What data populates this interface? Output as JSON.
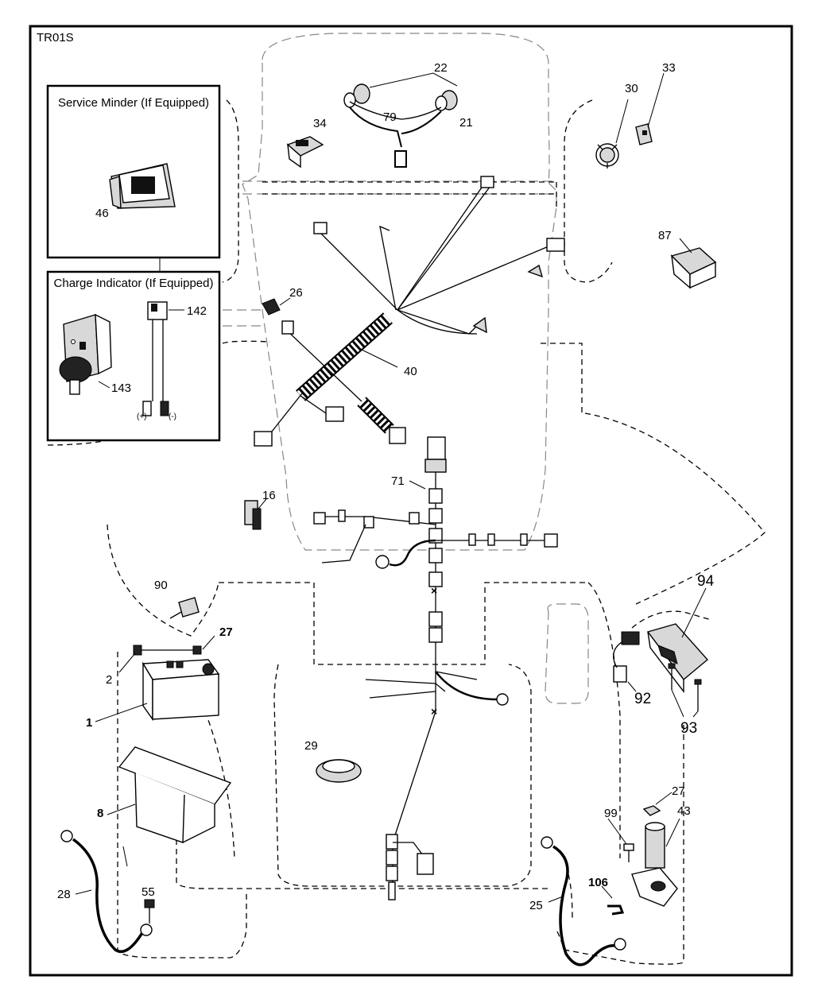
{
  "diagram_id": "TR01S",
  "insets": {
    "service_minder": {
      "title": "Service Minder (If Equipped)"
    },
    "charge_indicator": {
      "title": "Charge Indicator (If Equipped)",
      "plus": "(+)",
      "minus": "(-)"
    }
  },
  "callouts": {
    "c1": "1",
    "c2": "2",
    "c8": "8",
    "c16": "16",
    "c21": "21",
    "c22": "22",
    "c25": "25",
    "c26": "26",
    "c27a": "27",
    "c27b": "27",
    "c28": "28",
    "c29": "29",
    "c30": "30",
    "c33": "33",
    "c34": "34",
    "c40": "40",
    "c43": "43",
    "c46": "46",
    "c55": "55",
    "c71": "71",
    "c79": "79",
    "c87": "87",
    "c90": "90",
    "c92": "92",
    "c93": "93",
    "c94": "94",
    "c99": "99",
    "c106": "106",
    "c142": "142",
    "c143": "143"
  }
}
